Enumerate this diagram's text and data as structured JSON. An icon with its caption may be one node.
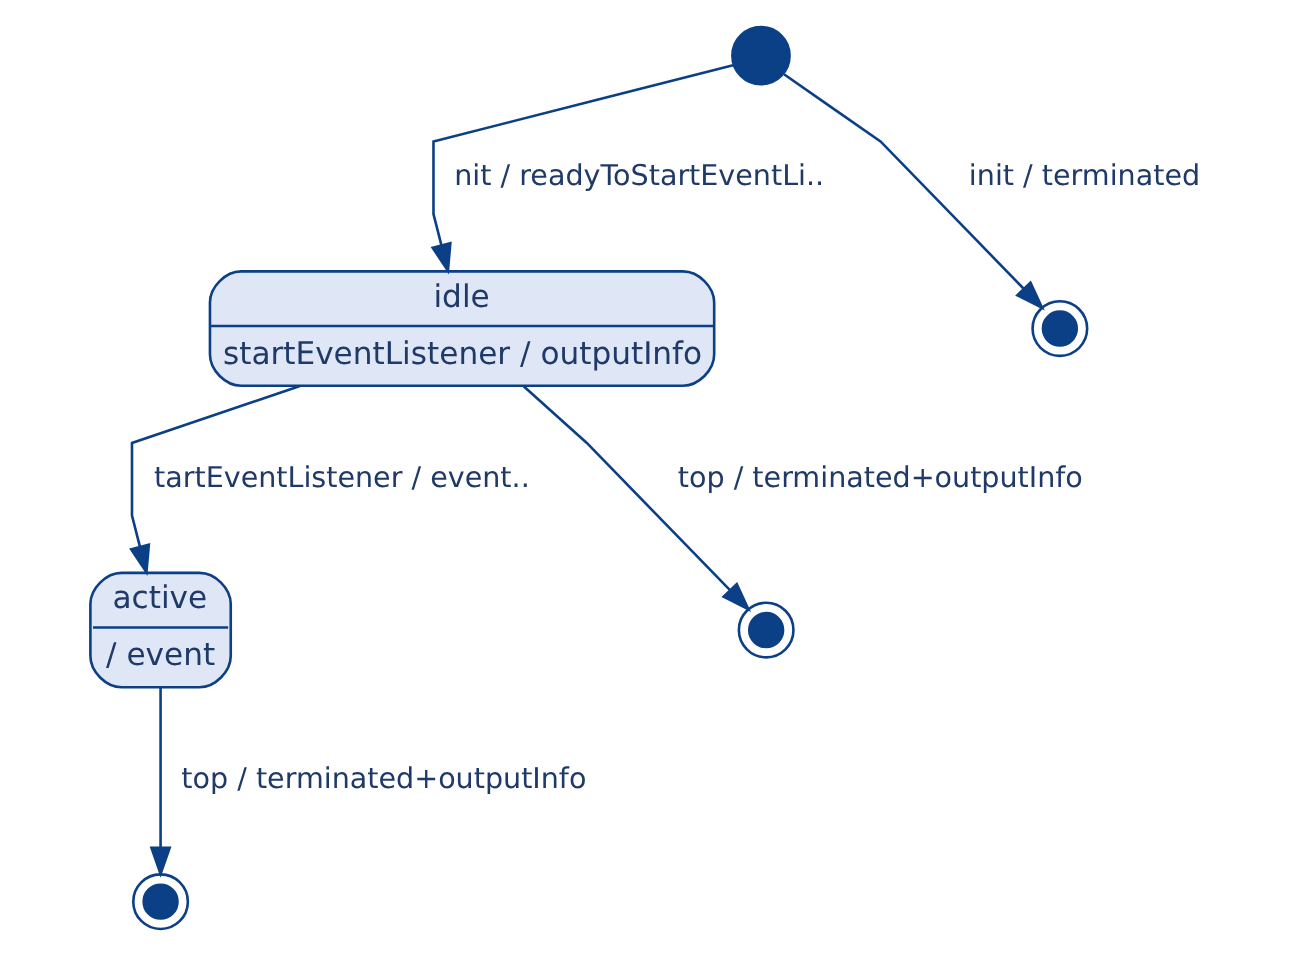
{
  "diagram": {
    "nodes": [
      {
        "text": [],
        "shape": "circle"
      },
      {
        "text": [
          "idle",
          "startEventListener / outputInfo"
        ]
      },
      {
        "text": [],
        "shape": "circle"
      },
      {
        "text": [
          "active",
          "/ event"
        ]
      },
      {
        "text": [],
        "shape": "circle"
      },
      {
        "text": [],
        "shape": "circle"
      }
    ],
    "edges": [
      {
        "from": 0,
        "to": 1,
        "arrow": "to",
        "label": "nit / readyToStartEventLi.."
      },
      {
        "from": 0,
        "to": 2,
        "arrow": "to",
        "label": "init / terminated"
      },
      {
        "from": 1,
        "to": 3,
        "arrow": "to",
        "label": "tartEventListener / event.."
      },
      {
        "from": 1,
        "to": 4,
        "arrow": "to",
        "label": "top / terminated+outputInfo"
      },
      {
        "from": 3,
        "to": 5,
        "arrow": "to",
        "label": "top / terminated+outputInfo"
      }
    ]
  }
}
